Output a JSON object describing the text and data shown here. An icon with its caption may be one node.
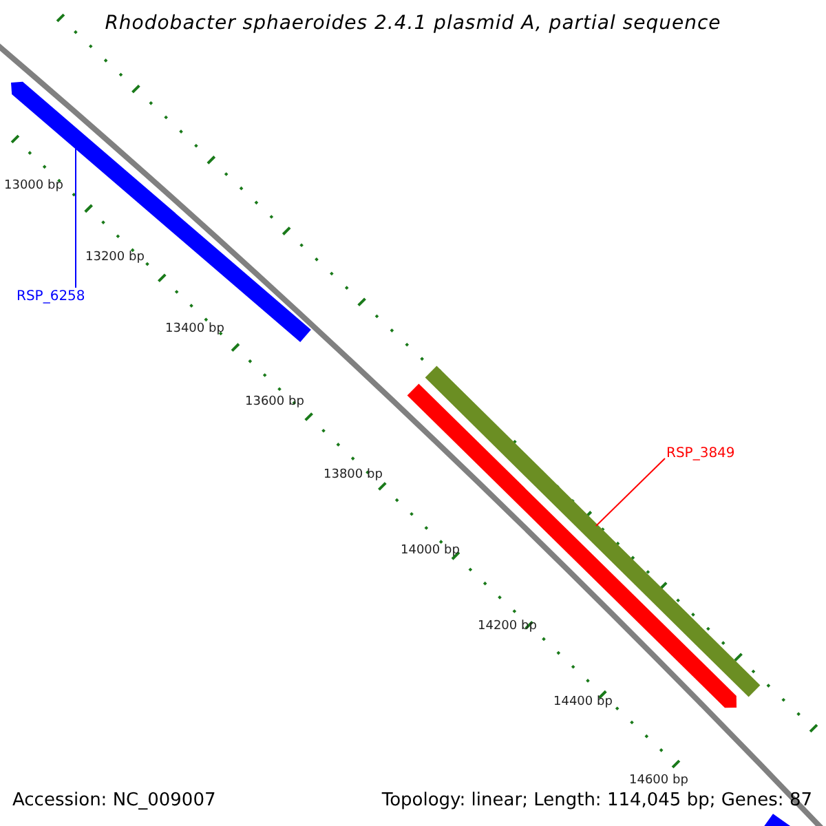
{
  "diagram": {
    "title": "Rhodobacter sphaeroides 2.4.1 plasmid A, partial sequence",
    "nodes": [
      {
        "text": [
          "RSP_6258"
        ]
      },
      {
        "text": [],
        "shape": "bar"
      },
      {
        "text": [
          "RSP_3849"
        ]
      },
      {
        "text": [],
        "shape": "bar"
      },
      {
        "text": [],
        "shape": "bar"
      },
      {
        "text": [],
        "shape": "bar"
      }
    ],
    "edges": [
      {
        "from": 0,
        "to": 1,
        "arrow": "none",
        "color": "#0000ff"
      },
      {
        "from": 2,
        "to": 3,
        "arrow": "none",
        "color": "#ff0000"
      }
    ],
    "labels": [
      "13000 bp",
      "13200 bp",
      "13400 bp",
      "13600 bp",
      "13800 bp",
      "14000 bp",
      "14200 bp",
      "14400 bp",
      "14600 bp",
      "Accession: NC_009007",
      "Topology: linear; Length: 114,045 bp; Genes: 87"
    ]
  }
}
